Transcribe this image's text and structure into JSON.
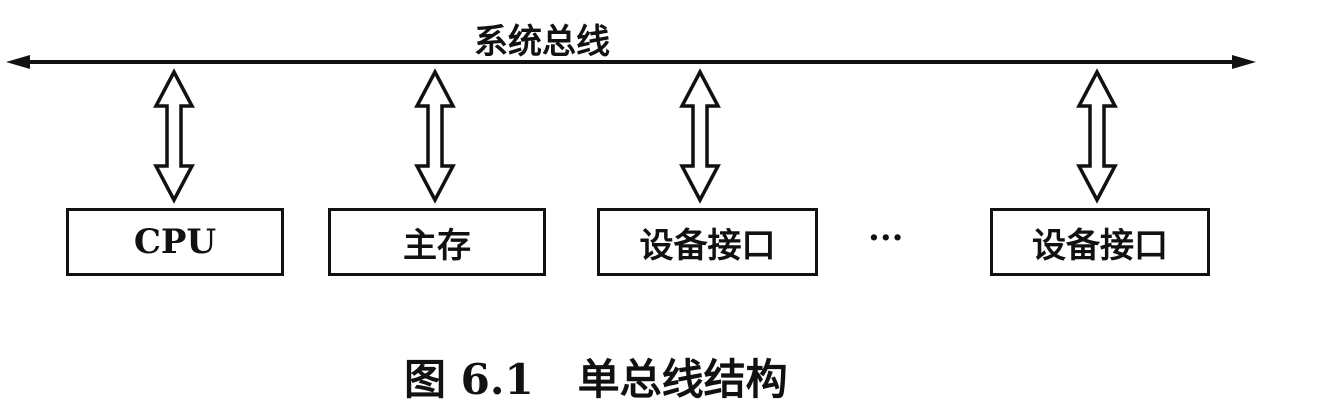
{
  "bus": {
    "label": "系统总线"
  },
  "components": [
    {
      "label": "CPU"
    },
    {
      "label": "主存"
    },
    {
      "label": "设备接口"
    },
    {
      "label": "设备接口"
    }
  ],
  "ellipsis": "···",
  "caption": {
    "number": "图 6.1",
    "title": "单总线结构"
  }
}
